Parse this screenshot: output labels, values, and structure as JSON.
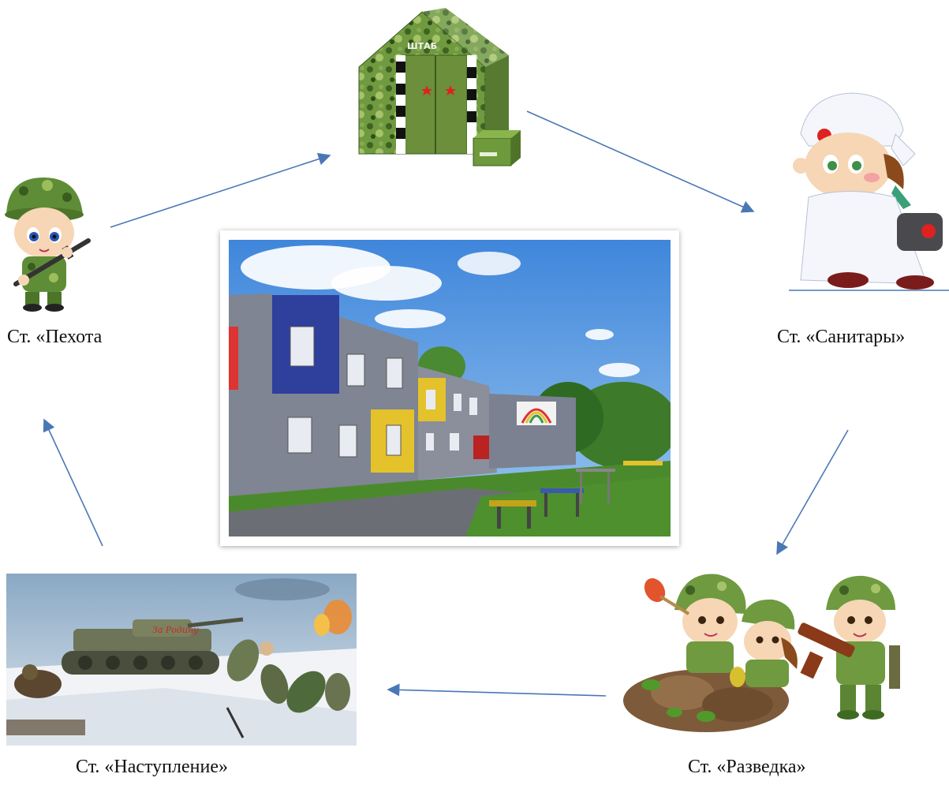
{
  "stations": {
    "hq": {
      "sign": "ШТАБ"
    },
    "infantry": {
      "label": "Ст. «Пехота"
    },
    "medics": {
      "label": "Ст. «Санитары»"
    },
    "recon": {
      "label": "Ст. «Разведка»"
    },
    "offensive": {
      "label": "Ст. «Наступление»",
      "tank_slogan": "За Родину"
    }
  },
  "center_photo": {
    "subject": "kindergarten-building-photo"
  },
  "arrows": {
    "color": "#4a78b5",
    "sequence": [
      "infantry",
      "hq",
      "medics",
      "recon",
      "offensive",
      "infantry"
    ]
  },
  "colors": {
    "sky": "#5b9be0",
    "wall_gray": "#7f8592",
    "camo_green": "#5e8a3a",
    "blue_panel": "#2f3f9c",
    "yellow_panel": "#e4c22b",
    "grass": "#4b8a2c"
  }
}
